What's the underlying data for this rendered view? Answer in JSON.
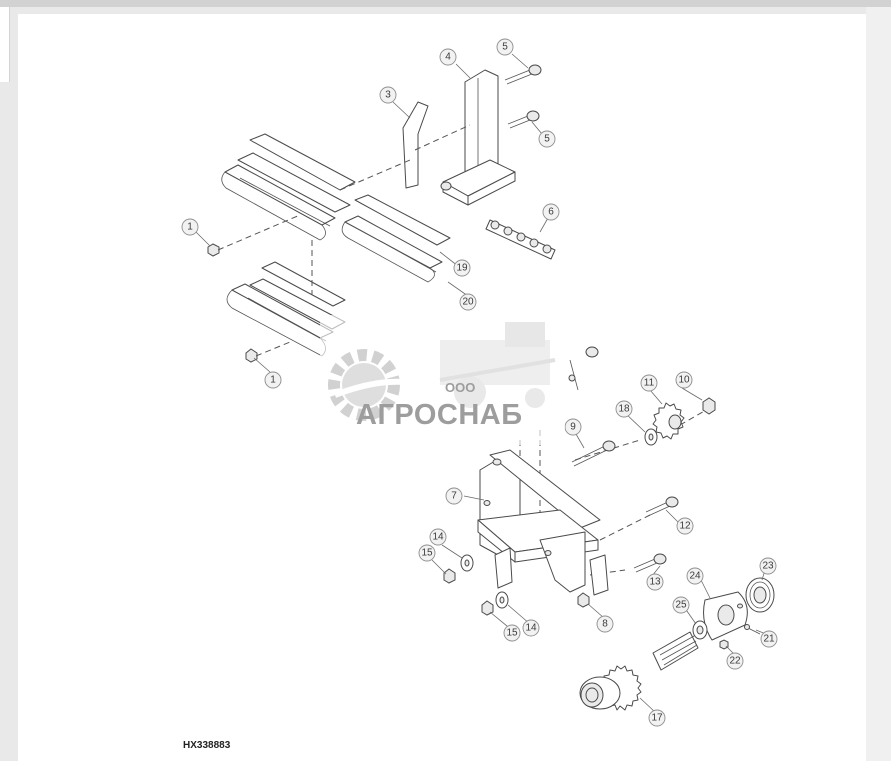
{
  "figure_id": "HX338883",
  "watermark": {
    "company_prefix": "ООО",
    "company_name": "АГРОСНАБ",
    "colors": {
      "gear": "#c9c9c9",
      "text": "#8c8c8c",
      "swoosh": "#dcdcdc"
    }
  },
  "callouts": {
    "c1a": "1",
    "c1b": "1",
    "c3": "3",
    "c4": "4",
    "c5a": "5",
    "c5b": "5",
    "c6": "6",
    "c7": "7",
    "c8": "8",
    "c9": "9",
    "c10": "10",
    "c11": "11",
    "c12": "12",
    "c13": "13",
    "c14a": "14",
    "c14b": "14",
    "c15a": "15",
    "c15b": "15",
    "c17": "17",
    "c18": "18",
    "c19": "19",
    "c20": "20",
    "c21": "21",
    "c22": "22",
    "c23": "23",
    "c24": "24",
    "c25": "25"
  }
}
